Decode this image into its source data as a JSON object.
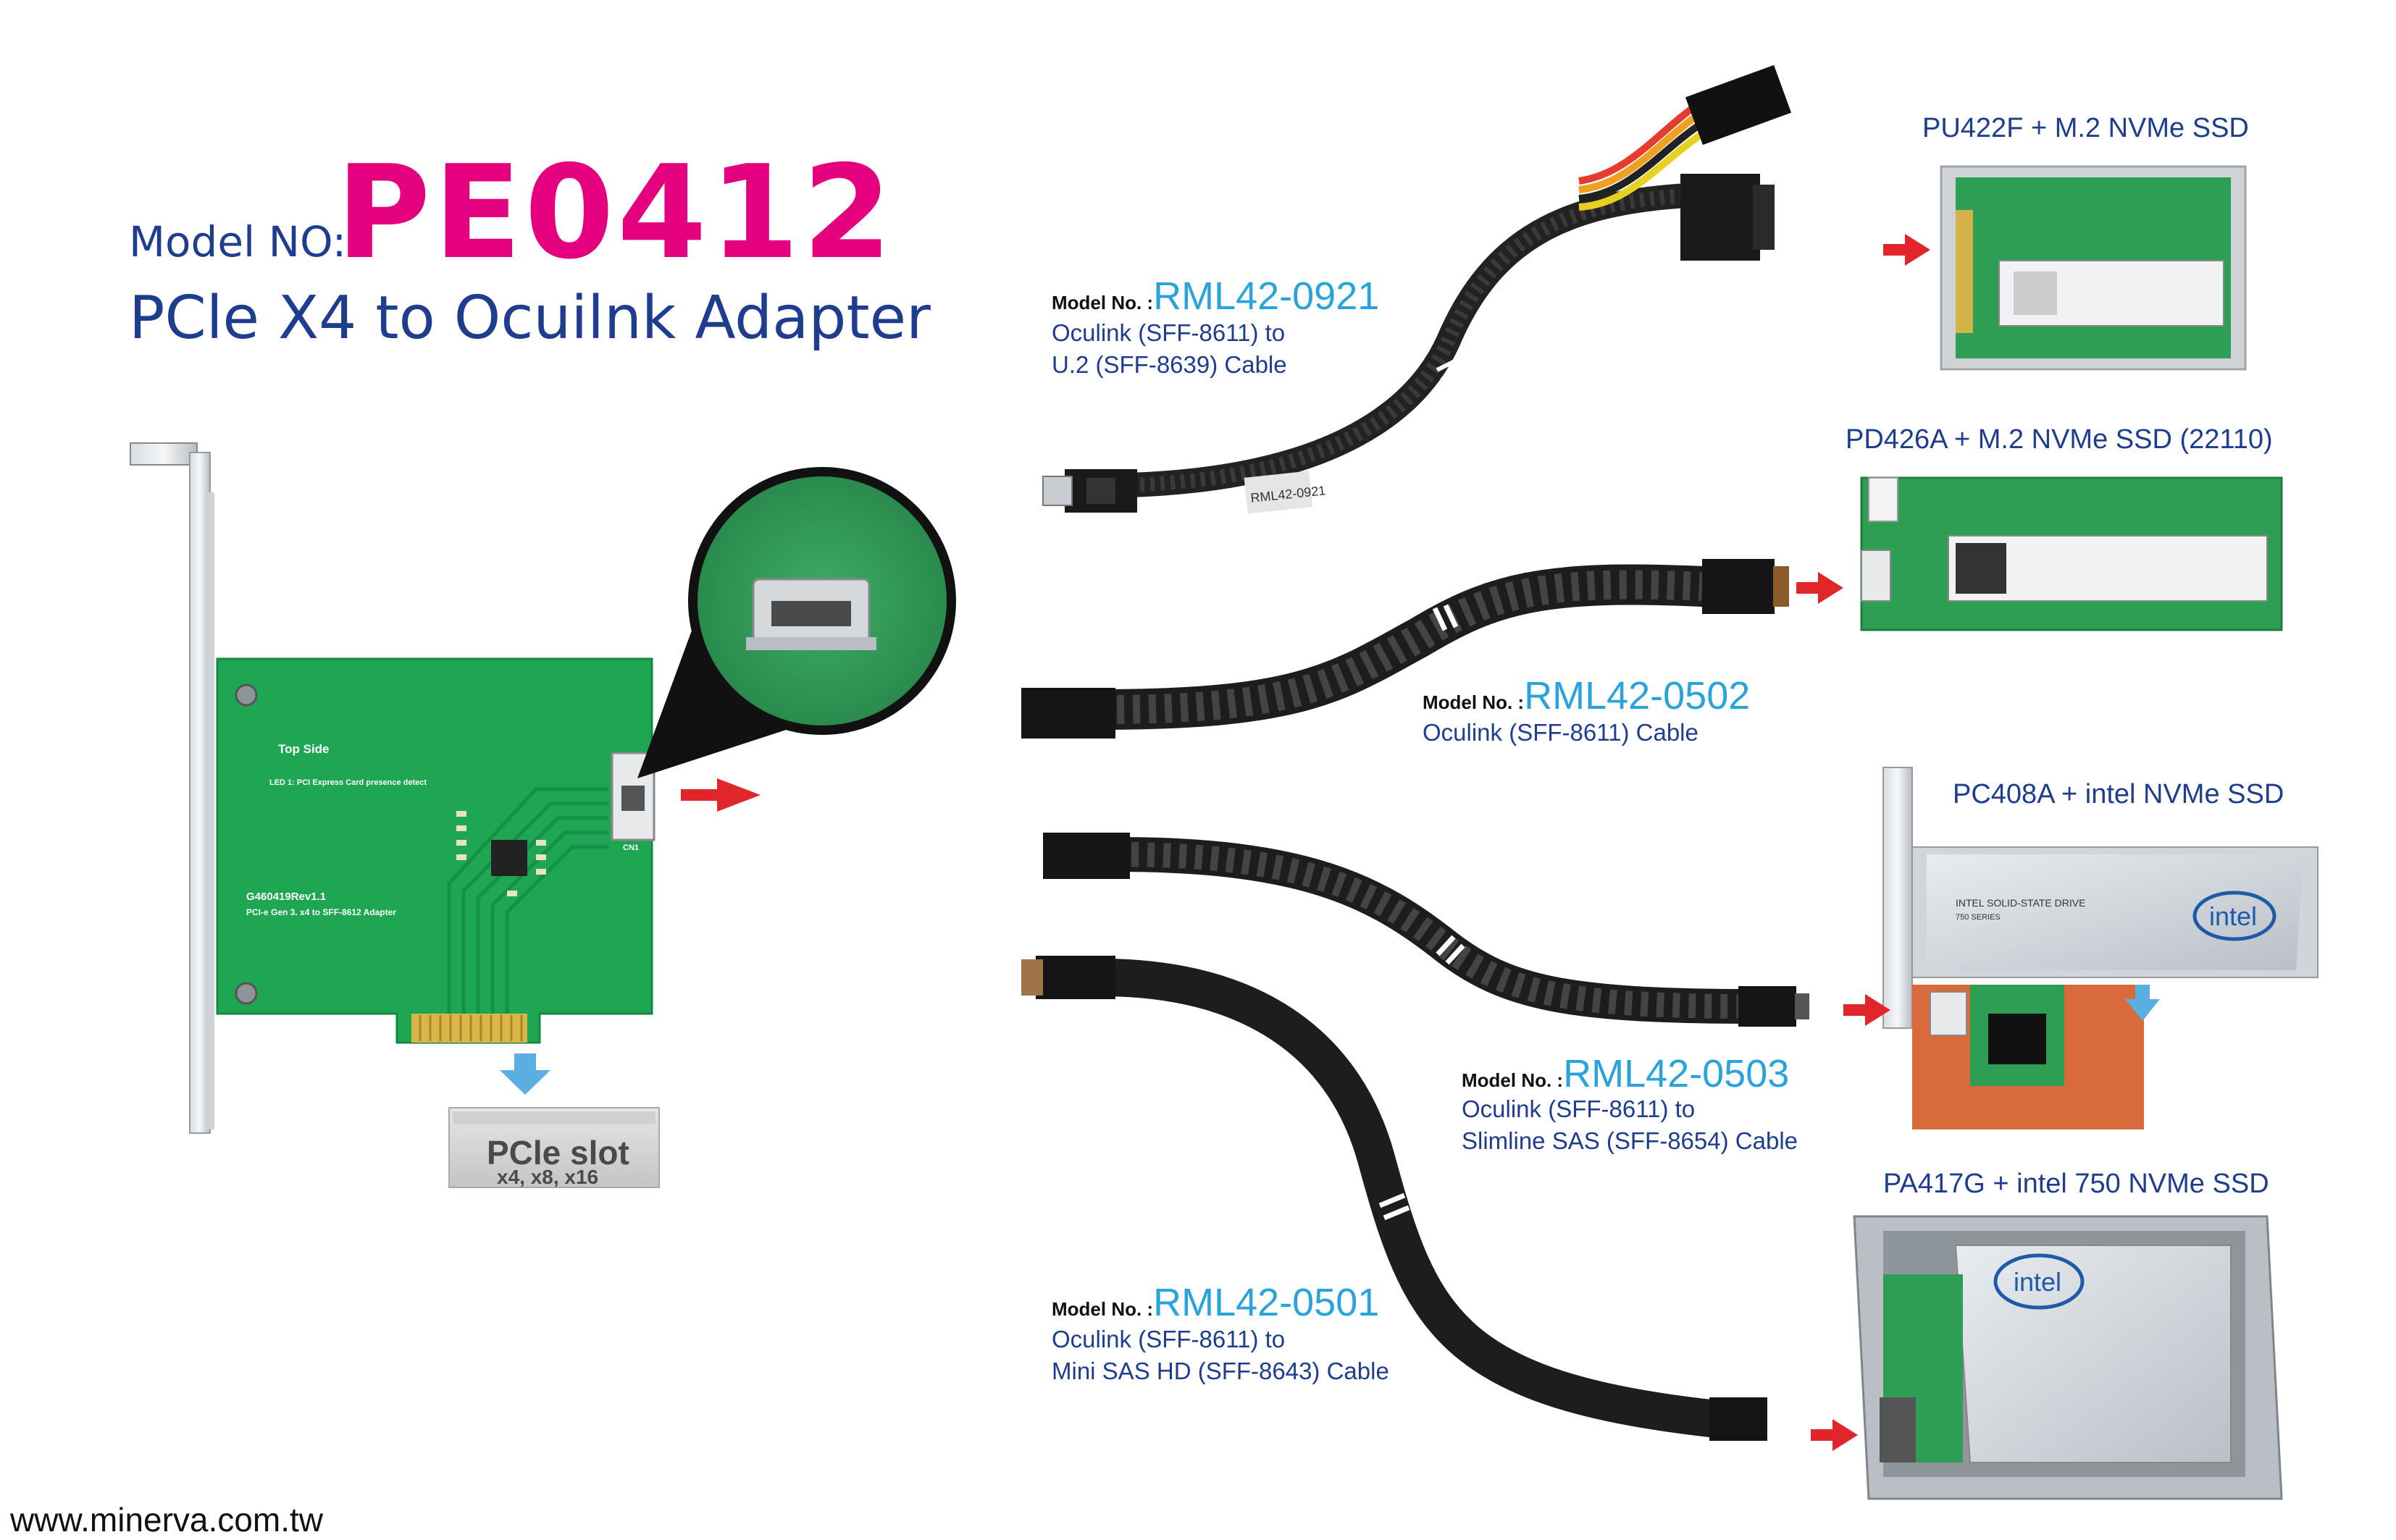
{
  "header": {
    "model_no_label": "Model NO:",
    "model_no_value": "PE0412",
    "subtitle": "PCle X4 to Ocuilnk Adapter"
  },
  "adapter_card": {
    "pcb_label_top_side": "Top Side",
    "pcb_label_led": "LED 1: PCI Express Card presence detect",
    "pcb_label_rev": "G460419Rev1.1",
    "pcb_label_desc": "PCI-e Gen 3. x4 to SFF-8612 Adapter",
    "pcb_label_cn": "CN1"
  },
  "pcie_slot": {
    "title": "PCle slot",
    "subtitle": "x4, x8, x16"
  },
  "cables": [
    {
      "model_prefix": "Model No. :",
      "model": "RML42-0921",
      "line1": "Oculink (SFF-8611) to",
      "line2": "U.2 (SFF-8639) Cable",
      "sleeve_label": "RML42-0921"
    },
    {
      "model_prefix": "Model No. :",
      "model": "RML42-0502",
      "line1": "Oculink (SFF-8611) Cable",
      "line2": ""
    },
    {
      "model_prefix": "Model No. :",
      "model": "RML42-0503",
      "line1": "Oculink (SFF-8611)  to",
      "line2": "Slimline SAS (SFF-8654) Cable"
    },
    {
      "model_prefix": "Model No. :",
      "model": "RML42-0501",
      "line1": "Oculink (SFF-8611)  to",
      "line2": "Mini SAS HD (SFF-8643) Cable"
    }
  ],
  "products": [
    {
      "name": "PU422F + M.2 NVMe SSD"
    },
    {
      "name": "PD426A + M.2 NVMe SSD (22110)"
    },
    {
      "name": "PC408A + intel NVMe SSD",
      "drive_label": "INTEL SOLID-STATE DRIVE",
      "drive_series": "750 SERIES",
      "logo": "intel"
    },
    {
      "name": "PA417G + intel 750 NVMe SSD",
      "logo": "intel"
    }
  ],
  "website": "www.minerva.com.tw",
  "colors": {
    "brand_pink": "#e4007f",
    "navy": "#1e3d8f",
    "model_blue": "#2aa3dc",
    "pcb_green": "#1ea653",
    "arrow_red": "#e0262b",
    "arrow_blue": "#5aaee0"
  }
}
